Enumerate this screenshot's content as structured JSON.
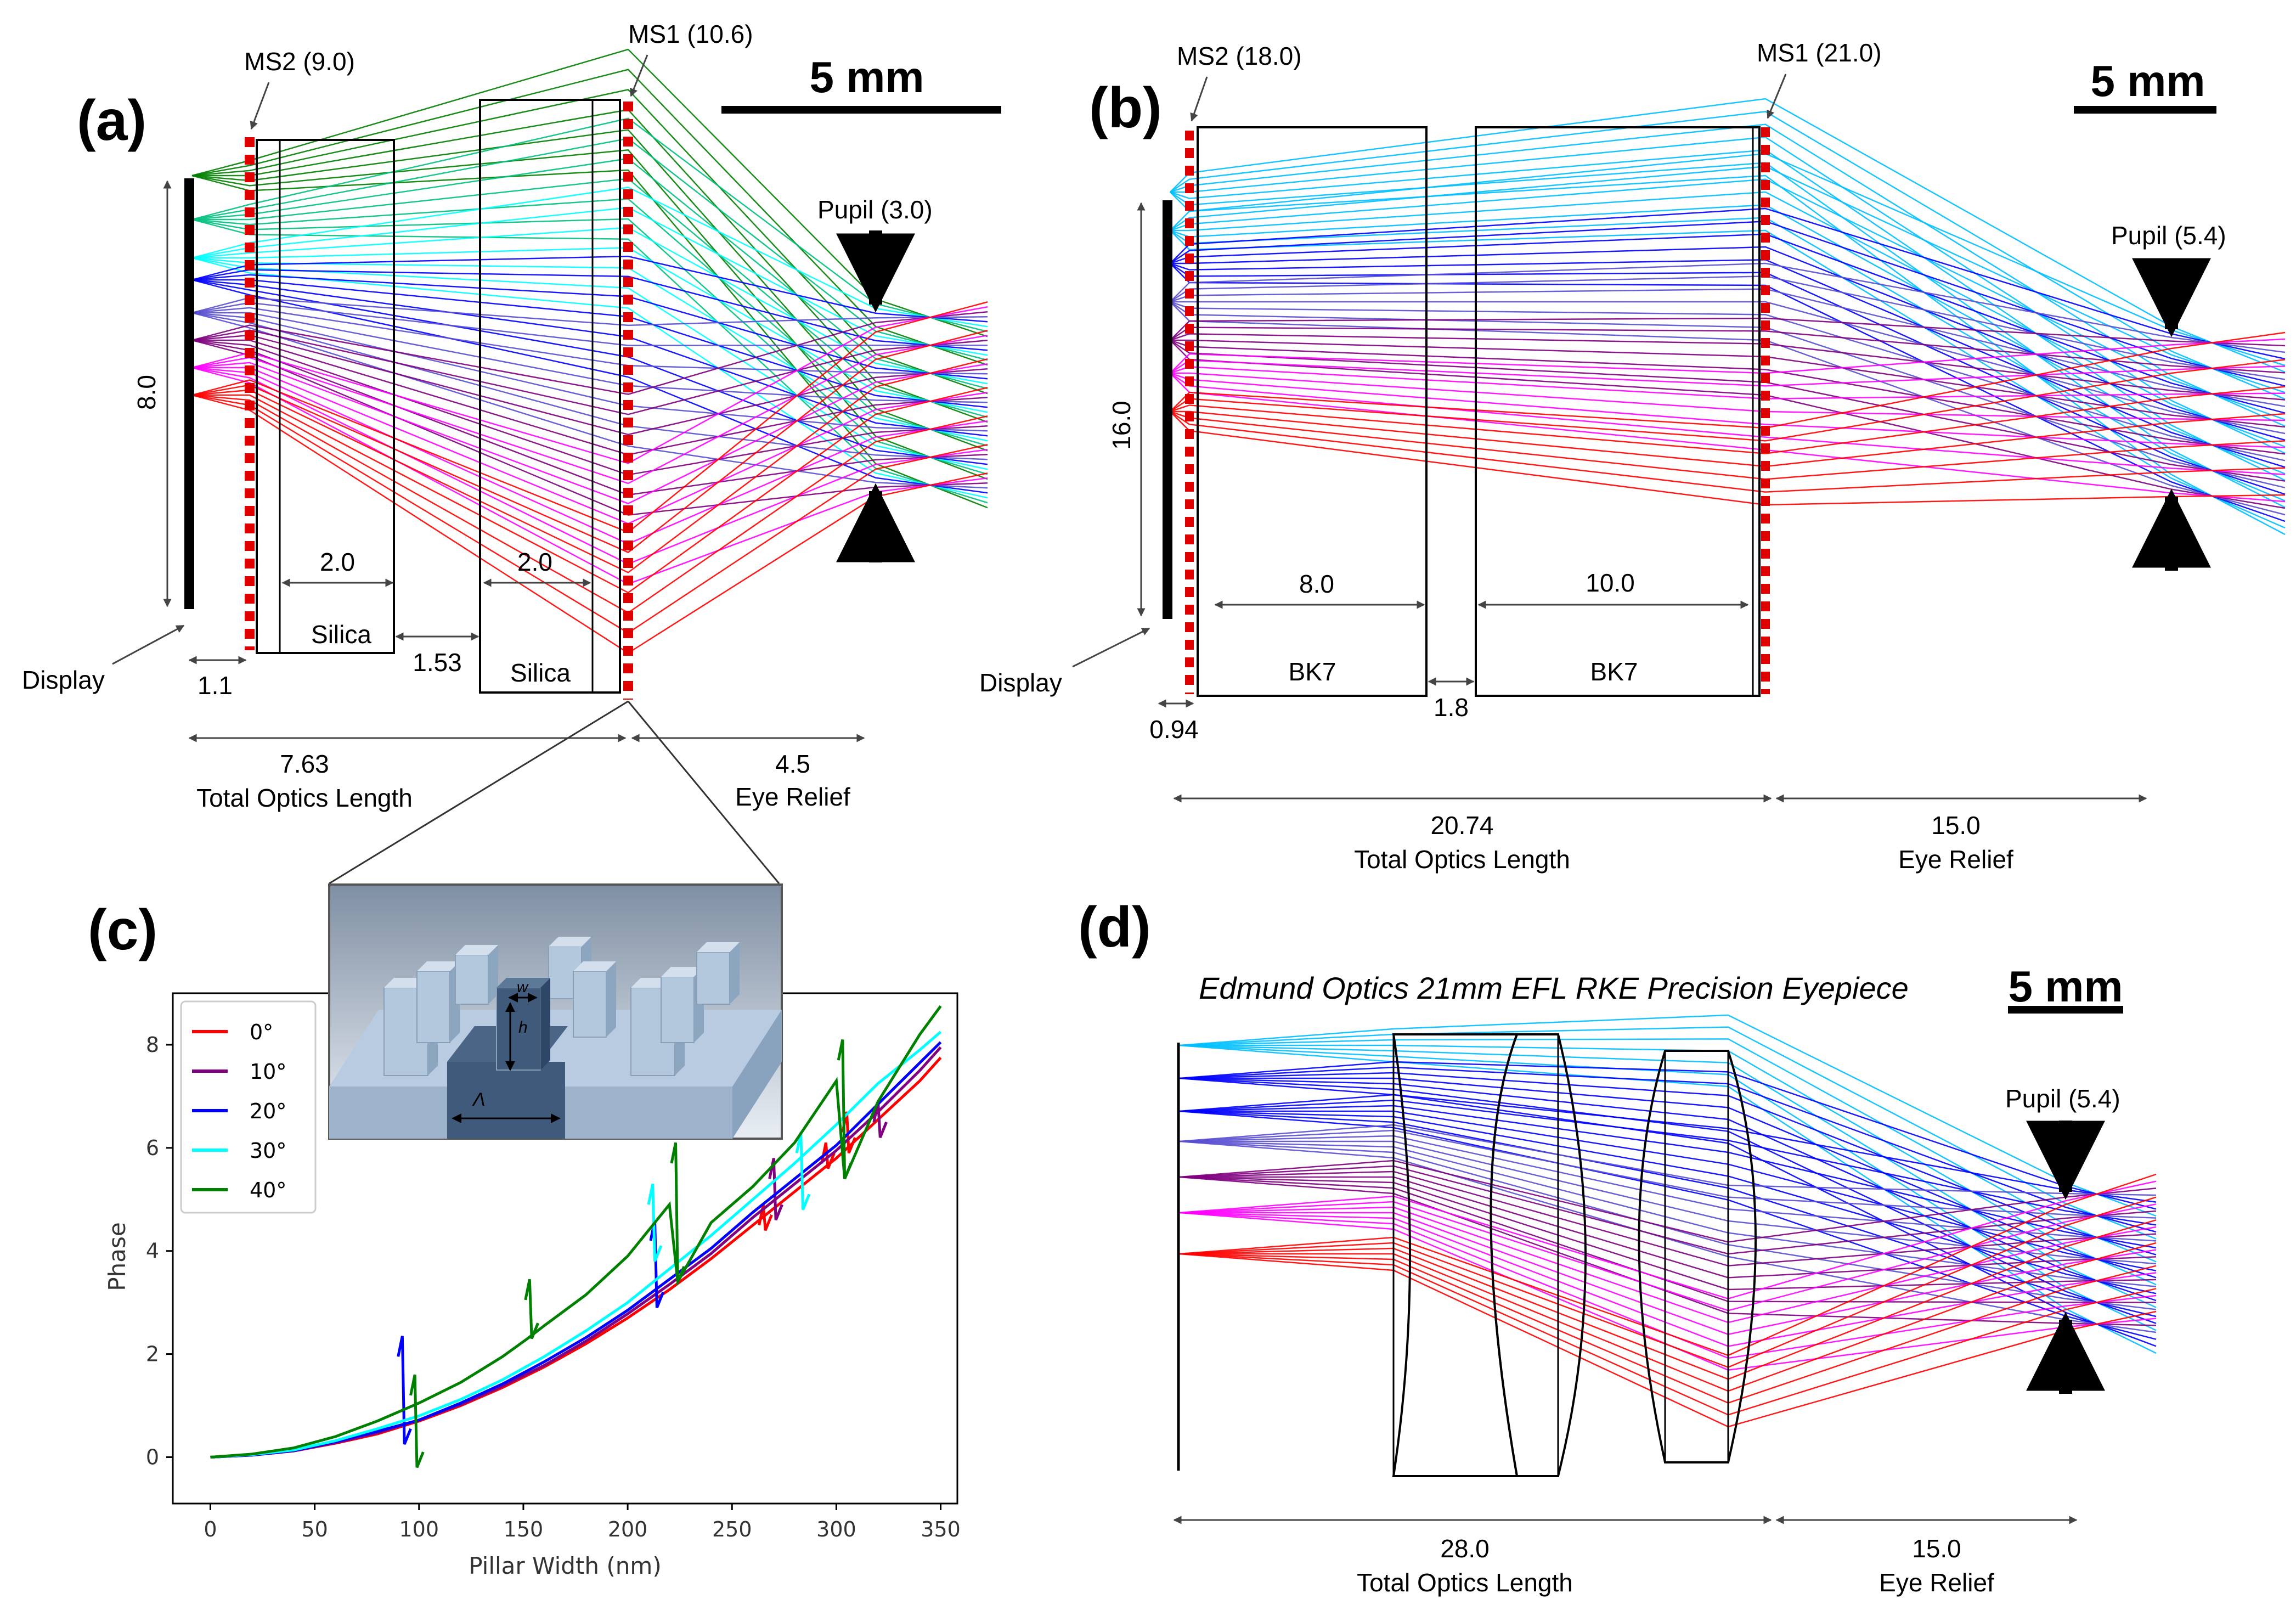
{
  "panels": {
    "a": {
      "label": "(a)",
      "scale": "5 mm",
      "ms2": "MS2 (9.0)",
      "ms1": "MS1 (10.6)",
      "pupil": "Pupil (3.0)",
      "display_height": "8.0",
      "display": "Display",
      "gap1": "1.1",
      "glass1_thickness": "2.0",
      "glass1_material": "Silica",
      "gap2": "1.53",
      "glass2_thickness": "2.0",
      "glass2_material": "Silica",
      "total_value": "7.63",
      "total_label": "Total Optics Length",
      "eye_value": "4.5",
      "eye_label": "Eye Relief"
    },
    "b": {
      "label": "(b)",
      "scale": "5 mm",
      "ms2": "MS2 (18.0)",
      "ms1": "MS1 (21.0)",
      "pupil": "Pupil (5.4)",
      "display_height": "16.0",
      "display": "Display",
      "gap1": "0.94",
      "glass1_thickness": "8.0",
      "glass1_material": "BK7",
      "gap2": "1.8",
      "glass2_thickness": "10.0",
      "glass2_material": "BK7",
      "total_value": "20.74",
      "total_label": "Total Optics Length",
      "eye_value": "15.0",
      "eye_label": "Eye Relief"
    },
    "c": {
      "label": "(c)",
      "inset_w": "w",
      "inset_h": "h",
      "inset_lambda": "Λ"
    },
    "d": {
      "label": "(d)",
      "title": "Edmund Optics 21mm EFL RKE Precision Eyepiece",
      "scale": "5 mm",
      "pupil": "Pupil (5.4)",
      "total_value": "28.0",
      "total_label": "Total Optics Length",
      "eye_value": "15.0",
      "eye_label": "Eye Relief"
    }
  },
  "colors": {
    "ray_palette": [
      "#ff0000",
      "#ff00ff",
      "#800080",
      "#5a4fd0",
      "#0000ff",
      "#00bfff",
      "#00ffff",
      "#00c080",
      "#008000"
    ],
    "metasurface": "#ff0000"
  },
  "chart_data": {
    "type": "line",
    "xlabel": "Pillar Width (nm)",
    "ylabel": "Phase",
    "xlim": [
      -18,
      358
    ],
    "ylim": [
      -0.9,
      9.0
    ],
    "xticks": [
      0,
      50,
      100,
      150,
      200,
      250,
      300,
      350
    ],
    "yticks": [
      0,
      2,
      4,
      6,
      8
    ],
    "legend_position": "upper left",
    "series": [
      {
        "name": "0°",
        "color": "#ff0000",
        "x": [
          0,
          20,
          40,
          60,
          80,
          100,
          120,
          140,
          160,
          180,
          200,
          220,
          240,
          260,
          280,
          300,
          320,
          340,
          350
        ],
        "y": [
          0.0,
          0.04,
          0.12,
          0.27,
          0.45,
          0.7,
          1.0,
          1.35,
          1.75,
          2.2,
          2.7,
          3.25,
          3.85,
          4.5,
          5.15,
          5.8,
          6.55,
          7.3,
          7.75
        ],
        "spikes": [
          [
            265,
            4.9,
            4.4
          ],
          [
            295,
            6.1,
            5.6
          ],
          [
            305,
            6.7,
            5.9
          ]
        ]
      },
      {
        "name": "10°",
        "color": "#800080",
        "x": [
          0,
          20,
          40,
          60,
          80,
          100,
          120,
          140,
          160,
          180,
          200,
          220,
          240,
          260,
          280,
          300,
          320,
          340,
          350
        ],
        "y": [
          0.0,
          0.04,
          0.12,
          0.28,
          0.47,
          0.72,
          1.02,
          1.38,
          1.78,
          2.25,
          2.78,
          3.35,
          3.95,
          4.65,
          5.3,
          5.95,
          6.7,
          7.5,
          7.95
        ],
        "spikes": [
          [
            270,
            5.8,
            4.6
          ],
          [
            320,
            6.9,
            6.2
          ]
        ]
      },
      {
        "name": "20°",
        "color": "#0000ff",
        "x": [
          0,
          20,
          40,
          60,
          80,
          100,
          120,
          140,
          160,
          180,
          200,
          220,
          240,
          260,
          280,
          300,
          320,
          340,
          350
        ],
        "y": [
          0.0,
          0.04,
          0.13,
          0.3,
          0.5,
          0.72,
          1.05,
          1.42,
          1.85,
          2.32,
          2.85,
          3.45,
          4.05,
          4.75,
          5.4,
          6.05,
          6.85,
          7.65,
          8.05
        ],
        "spikes": [
          [
            92,
            2.35,
            0.25
          ],
          [
            213,
            4.6,
            2.9
          ]
        ]
      },
      {
        "name": "30°",
        "color": "#00ffff",
        "x": [
          0,
          20,
          40,
          60,
          80,
          100,
          120,
          140,
          160,
          180,
          200,
          220,
          240,
          260,
          280,
          300,
          320,
          340,
          350
        ],
        "y": [
          0.0,
          0.05,
          0.14,
          0.32,
          0.55,
          0.8,
          1.12,
          1.5,
          1.95,
          2.45,
          3.0,
          3.65,
          4.3,
          5.0,
          5.7,
          6.45,
          7.25,
          7.9,
          8.25
        ],
        "spikes": [
          [
            212,
            5.3,
            3.8
          ],
          [
            283,
            6.3,
            4.8
          ]
        ]
      },
      {
        "name": "40°",
        "color": "#008000",
        "x": [
          0,
          20,
          40,
          60,
          80,
          100,
          120,
          140,
          152,
          160,
          180,
          200,
          220,
          224,
          240,
          260,
          280,
          300,
          304,
          320,
          340,
          350
        ],
        "y": [
          0.0,
          0.06,
          0.18,
          0.4,
          0.7,
          1.05,
          1.45,
          1.95,
          2.3,
          2.55,
          3.15,
          3.9,
          4.9,
          3.4,
          4.55,
          5.25,
          6.1,
          7.3,
          5.4,
          6.9,
          8.2,
          8.75
        ],
        "spikes": [
          [
            98,
            1.6,
            -0.2
          ],
          [
            153,
            3.45,
            2.3
          ],
          [
            223,
            6.1,
            3.4
          ],
          [
            303,
            8.1,
            5.4
          ]
        ]
      }
    ]
  }
}
